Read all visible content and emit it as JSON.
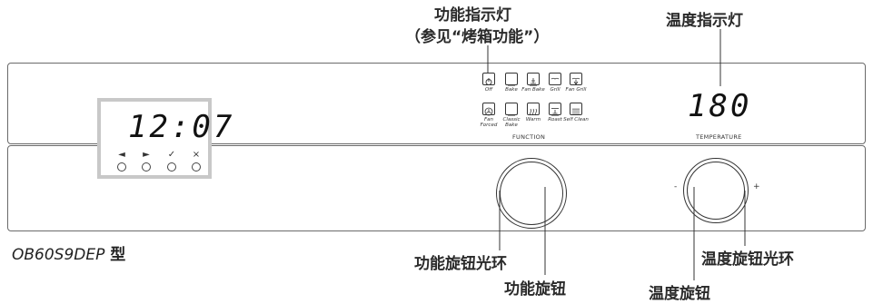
{
  "callouts": {
    "function_indicator_line1": "功能指示灯",
    "function_indicator_line2": "（参见“烤箱功能”）",
    "temperature_indicator": "温度指示灯",
    "function_knob_ring": "功能旋钮光环",
    "function_knob": "功能旋钮",
    "temperature_knob": "温度旋钮",
    "temperature_knob_ring": "温度旋钮光环"
  },
  "clock": {
    "display": "12:07",
    "buttons": [
      "◄",
      "►",
      "✓",
      "×"
    ]
  },
  "functions": {
    "caption": "FUNCTION",
    "row1": [
      {
        "icon": "off-icon",
        "label": "Off"
      },
      {
        "icon": "bake-icon",
        "label": "Bake"
      },
      {
        "icon": "fan-bake-icon",
        "label": "Fan Bake"
      },
      {
        "icon": "grill-icon",
        "label": "Grill"
      },
      {
        "icon": "fan-grill-icon",
        "label": "Fan Grill"
      }
    ],
    "row2": [
      {
        "icon": "fan-forced-icon",
        "label": "Fan Forced"
      },
      {
        "icon": "classic-bake-icon",
        "label": "Classic Bake"
      },
      {
        "icon": "warm-icon",
        "label": "Warm"
      },
      {
        "icon": "roast-icon",
        "label": "Roast"
      },
      {
        "icon": "self-clean-icon",
        "label": "Self Clean"
      }
    ]
  },
  "temperature": {
    "display": "180",
    "caption": "TEMPERATURE",
    "minus": "-",
    "plus": "+"
  },
  "model": {
    "code": "OB60S9DEP",
    "suffix": " 型"
  }
}
